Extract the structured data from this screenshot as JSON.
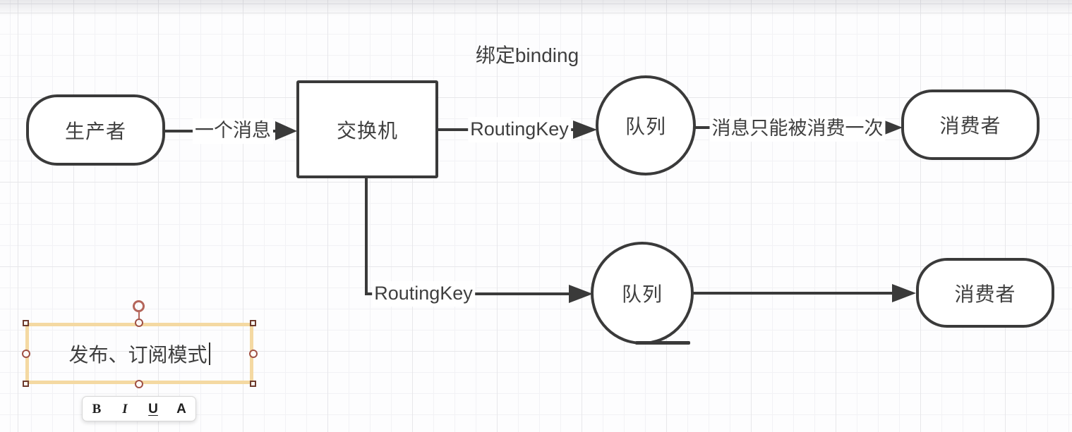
{
  "diagram": {
    "binding_title": "绑定binding",
    "nodes": {
      "producer": "生产者",
      "exchange": "交换机",
      "queue1": "队列",
      "queue2": "队列",
      "consumer1": "消费者",
      "consumer2": "消费者"
    },
    "edge_labels": {
      "one_message": "一个消息",
      "routing_key_top": "RoutingKey",
      "consume_once": "消息只能被消费一次",
      "routing_key_bottom": "RoutingKey"
    }
  },
  "editor": {
    "textbox_text": "发布、订阅模式",
    "toolbar": {
      "bold_label": "B",
      "italic_label": "I",
      "underline_label": "U",
      "color_label": "A"
    }
  },
  "colors": {
    "shape_stroke": "#3a3a3a",
    "text": "#3f3f3f",
    "selection_border": "#f4d9a2",
    "handle_accent": "#a05145",
    "rotation_accent": "#b4655a",
    "grid_minor": "#f2f2f5",
    "grid_major": "#e7e7ea"
  }
}
